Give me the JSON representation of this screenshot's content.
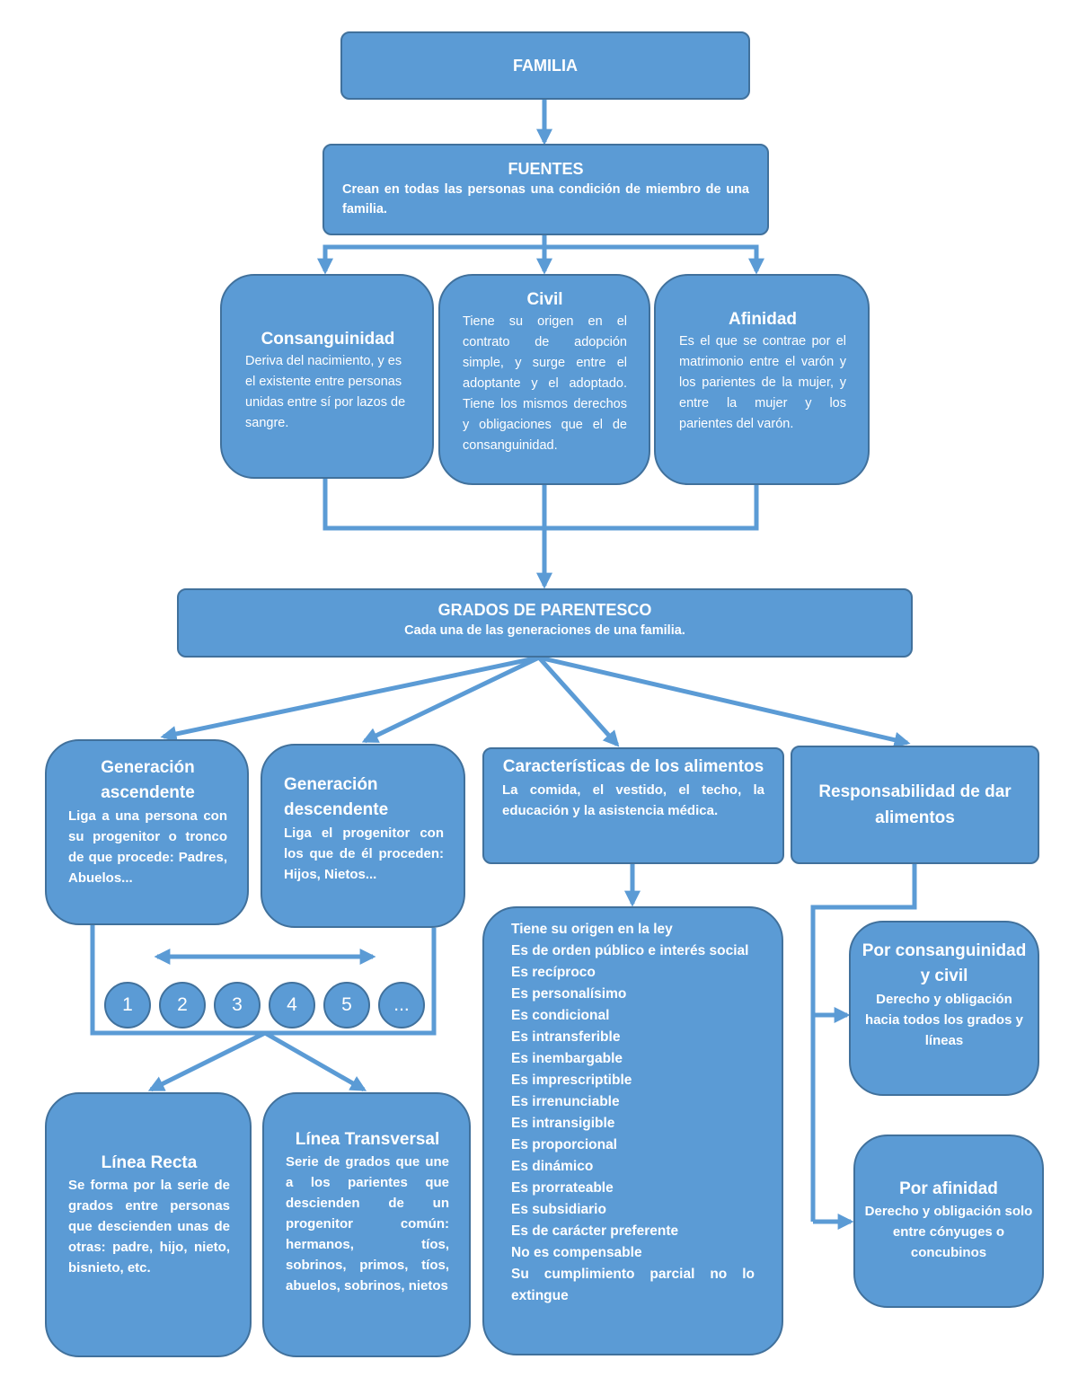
{
  "familia": {
    "title": "FAMILIA"
  },
  "fuentes": {
    "title": "FUENTES",
    "desc": "Crean en todas las personas una condición de miembro de una familia."
  },
  "consanguinidad": {
    "title": "Consanguinidad",
    "desc": "Deriva del nacimiento, y es el existente entre personas unidas entre sí por lazos de sangre."
  },
  "civil": {
    "title": "Civil",
    "desc": "Tiene su origen en el contrato de adopción simple, y surge entre el adoptante y el adoptado. Tiene los mismos derechos y obligaciones que el de consanguinidad."
  },
  "afinidad": {
    "title": "Afinidad",
    "desc": "Es el que se contrae por el matrimonio entre el varón y los parientes de la mujer, y entre la mujer y los parientes del varón."
  },
  "grados": {
    "title": "GRADOS DE PARENTESCO",
    "desc": "Cada una de las generaciones de una familia."
  },
  "gen_asc": {
    "title": "Generación ascendente",
    "desc": "Liga a una persona con su progenitor o tronco de que procede: Padres, Abuelos..."
  },
  "gen_desc": {
    "title": "Generación descendente",
    "desc": "Liga el progenitor con los que de él proceden: Hijos, Nietos..."
  },
  "degrees": [
    "1",
    "2",
    "3",
    "4",
    "5",
    "..."
  ],
  "linea_recta": {
    "title": "Línea Recta",
    "desc": "Se forma por la serie de grados entre personas que descienden unas de otras: padre, hijo, nieto, bisnieto, etc."
  },
  "linea_transversal": {
    "title": "Línea Transversal",
    "desc": "Serie de grados que une a los parientes que descienden de un progenitor común: hermanos, tíos, sobrinos, primos, tíos, abuelos, sobrinos, nietos"
  },
  "caracteristicas": {
    "title": "Características de los alimentos",
    "desc": "La comida, el vestido, el techo, la educación y la asistencia médica."
  },
  "caracteristicas_list": [
    "Tiene su origen en la ley",
    "Es de orden público e interés social",
    "Es recíproco",
    "Es personalísimo",
    "Es condicional",
    "Es intransferible",
    "Es inembargable",
    "Es imprescriptible",
    "Es irrenunciable",
    "Es intransigible",
    "Es proporcional",
    "Es dinámico",
    "Es prorrateable",
    "Es subsidiario",
    "Es de carácter preferente",
    "No es compensable",
    "Su cumplimiento parcial no lo extingue"
  ],
  "responsabilidad": {
    "title": "Responsabilidad de dar alimentos"
  },
  "por_consanguinidad": {
    "title": "Por consanguinidad y civil",
    "desc": "Derecho y obligación hacia todos los grados y líneas"
  },
  "por_afinidad": {
    "title": "Por afinidad",
    "desc": "Derecho y obligación solo entre cónyuges o concubinos"
  },
  "colors": {
    "fill": "#5b9bd5",
    "border": "#41719c",
    "text": "#ffffff"
  }
}
